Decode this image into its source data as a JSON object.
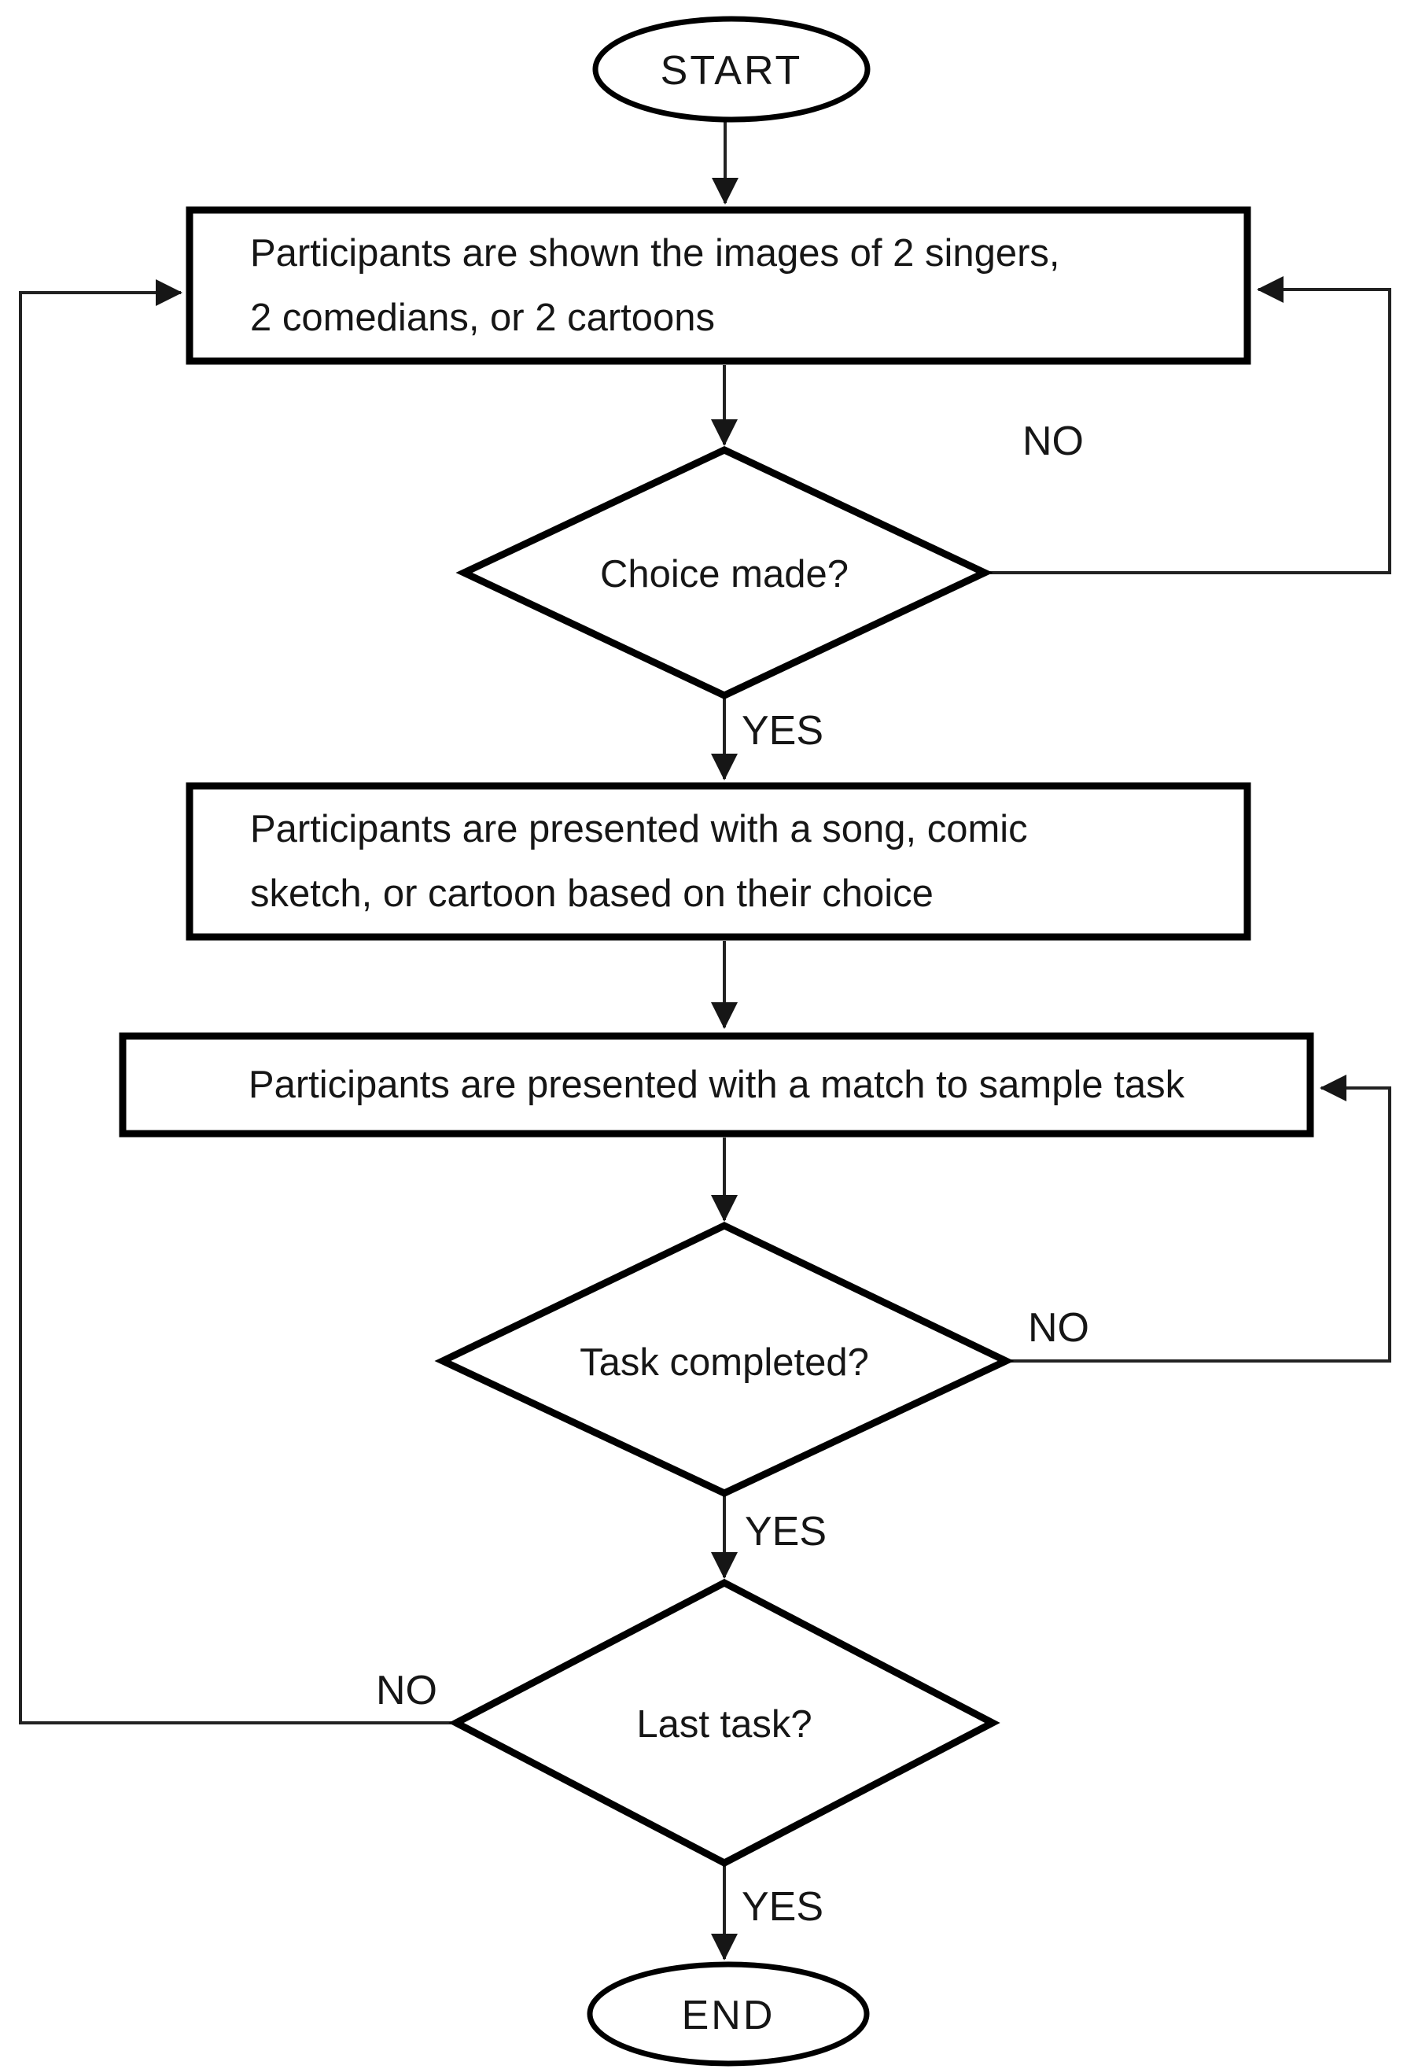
{
  "diagram": {
    "type": "flowchart",
    "background_color": "#ffffff",
    "shape_stroke_color": "#000000",
    "connector_color": "#222222",
    "text_color": "#161616",
    "nodes": {
      "start": {
        "shape": "terminator",
        "label": "START"
      },
      "show_images": {
        "shape": "process",
        "label": "Participants are shown the images of 2 singers,\n2 comedians, or 2 cartoons"
      },
      "choice_made": {
        "shape": "decision",
        "label": "Choice made?"
      },
      "present_media": {
        "shape": "process",
        "label": "Participants are presented with a song, comic\nsketch, or cartoon based on their choice"
      },
      "match_task": {
        "shape": "process",
        "label": "Participants are presented with a match to sample task"
      },
      "task_completed": {
        "shape": "decision",
        "label": "Task completed?"
      },
      "last_task": {
        "shape": "decision",
        "label": "Last task?"
      },
      "end": {
        "shape": "terminator",
        "label": "END"
      }
    },
    "edges": [
      {
        "from": "start",
        "to": "show_images",
        "label": ""
      },
      {
        "from": "show_images",
        "to": "choice_made",
        "label": ""
      },
      {
        "from": "choice_made",
        "to": "present_media",
        "label": "YES"
      },
      {
        "from": "choice_made",
        "to": "show_images",
        "label": "NO"
      },
      {
        "from": "present_media",
        "to": "match_task",
        "label": ""
      },
      {
        "from": "match_task",
        "to": "task_completed",
        "label": ""
      },
      {
        "from": "task_completed",
        "to": "last_task",
        "label": "YES"
      },
      {
        "from": "task_completed",
        "to": "match_task",
        "label": "NO"
      },
      {
        "from": "last_task",
        "to": "end",
        "label": "YES"
      },
      {
        "from": "last_task",
        "to": "show_images",
        "label": "NO"
      }
    ]
  }
}
